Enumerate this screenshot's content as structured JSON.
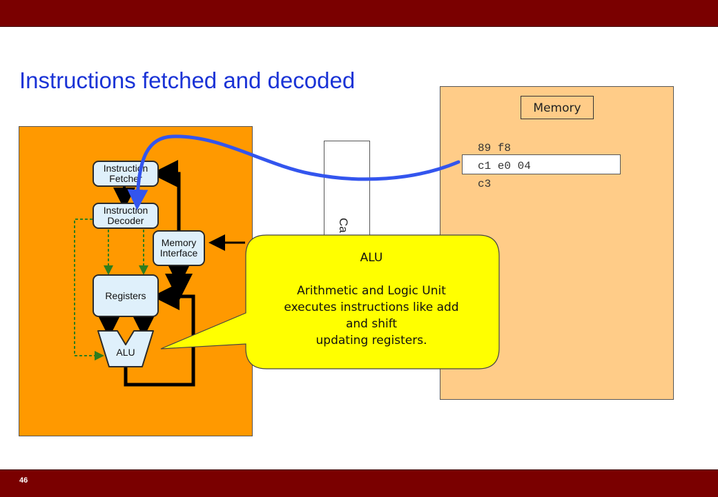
{
  "slide": {
    "title": "Instructions fetched and decoded",
    "number": "46"
  },
  "cpu": {
    "fetcher": "Instruction\nFetcher",
    "decoder": "Instruction\nDecoder",
    "memory_interface": "Memory\nInterface",
    "registers": "Registers",
    "alu": "ALU"
  },
  "cache": {
    "label": "Ca"
  },
  "memory": {
    "title": "Memory",
    "lines": [
      "89 f8",
      "c1 e0 04",
      "c3"
    ],
    "highlighted_index": 1
  },
  "callout": {
    "title": "ALU",
    "body": "Arithmetic and Logic Unit\nexecutes instructions like add\nand shift\nupdating registers."
  },
  "colors": {
    "bar": "#7a0000",
    "title": "#1a33d6",
    "cpu_panel": "#ff9900",
    "memory_panel": "#ffcc88",
    "node_fill": "#dff0fb",
    "callout": "#ffff00",
    "fetch_arrow": "#3355ee",
    "control_dash": "#2e7d1e"
  }
}
